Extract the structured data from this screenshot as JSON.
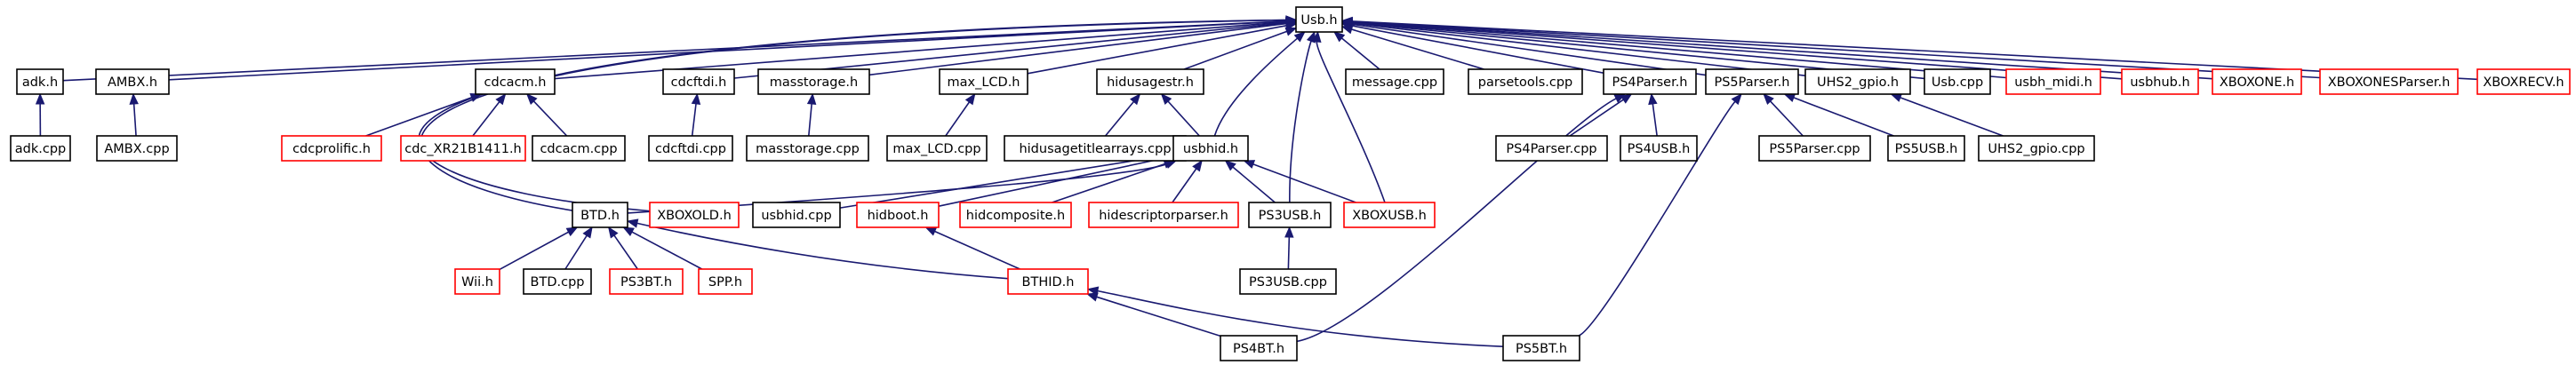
{
  "title": "",
  "colors": {
    "edge": "#191970",
    "node_border_normal": "#000000",
    "node_border_missing": "#ff0000",
    "root_fill": "#bfbfbf",
    "background": "#ffffff"
  },
  "nodes": [
    {
      "id": "usb_h",
      "label": "Usb.h",
      "style": "root"
    },
    {
      "id": "adk_h",
      "label": "adk.h",
      "style": "normal"
    },
    {
      "id": "ambx_h",
      "label": "AMBX.h",
      "style": "normal"
    },
    {
      "id": "cdcacm_h",
      "label": "cdcacm.h",
      "style": "normal"
    },
    {
      "id": "cdcftdi_h",
      "label": "cdcftdi.h",
      "style": "normal"
    },
    {
      "id": "masstorage_h",
      "label": "masstorage.h",
      "style": "normal"
    },
    {
      "id": "maxlcd_h",
      "label": "max_LCD.h",
      "style": "normal"
    },
    {
      "id": "hidusagestr_h",
      "label": "hidusagestr.h",
      "style": "normal"
    },
    {
      "id": "message_cpp",
      "label": "message.cpp",
      "style": "normal"
    },
    {
      "id": "parsetools_cpp",
      "label": "parsetools.cpp",
      "style": "normal"
    },
    {
      "id": "ps4parser_h",
      "label": "PS4Parser.h",
      "style": "normal"
    },
    {
      "id": "ps5parser_h",
      "label": "PS5Parser.h",
      "style": "normal"
    },
    {
      "id": "uhs2gpio_h",
      "label": "UHS2_gpio.h",
      "style": "normal"
    },
    {
      "id": "usb_cpp",
      "label": "Usb.cpp",
      "style": "normal"
    },
    {
      "id": "usbhmidi_h",
      "label": "usbh_midi.h",
      "style": "missing"
    },
    {
      "id": "usbhub_h",
      "label": "usbhub.h",
      "style": "missing"
    },
    {
      "id": "xboxone_h",
      "label": "XBOXONE.h",
      "style": "missing"
    },
    {
      "id": "xboxoneparser_h",
      "label": "XBOXONESParser.h",
      "style": "missing"
    },
    {
      "id": "xboxrecv_h",
      "label": "XBOXRECV.h",
      "style": "missing"
    },
    {
      "id": "adk_cpp",
      "label": "adk.cpp",
      "style": "normal"
    },
    {
      "id": "ambx_cpp",
      "label": "AMBX.cpp",
      "style": "normal"
    },
    {
      "id": "cdcprolific_h",
      "label": "cdcprolific.h",
      "style": "missing"
    },
    {
      "id": "cdcxr_h",
      "label": "cdc_XR21B1411.h",
      "style": "missing"
    },
    {
      "id": "cdcacm_cpp",
      "label": "cdcacm.cpp",
      "style": "normal"
    },
    {
      "id": "cdcftdi_cpp",
      "label": "cdcftdi.cpp",
      "style": "normal"
    },
    {
      "id": "masstorage_cpp",
      "label": "masstorage.cpp",
      "style": "normal"
    },
    {
      "id": "maxlcd_cpp",
      "label": "max_LCD.cpp",
      "style": "normal"
    },
    {
      "id": "hidusagetitle_cpp",
      "label": "hidusagetitlearrays.cpp",
      "style": "normal"
    },
    {
      "id": "usbhid_h",
      "label": "usbhid.h",
      "style": "normal"
    },
    {
      "id": "ps4parser_cpp",
      "label": "PS4Parser.cpp",
      "style": "normal"
    },
    {
      "id": "ps4usb_h",
      "label": "PS4USB.h",
      "style": "normal"
    },
    {
      "id": "ps5parser_cpp",
      "label": "PS5Parser.cpp",
      "style": "normal"
    },
    {
      "id": "ps5usb_h",
      "label": "PS5USB.h",
      "style": "normal"
    },
    {
      "id": "uhs2gpio_cpp",
      "label": "UHS2_gpio.cpp",
      "style": "normal"
    },
    {
      "id": "btd_h",
      "label": "BTD.h",
      "style": "normal"
    },
    {
      "id": "xboxold_h",
      "label": "XBOXOLD.h",
      "style": "missing"
    },
    {
      "id": "usbhid_cpp",
      "label": "usbhid.cpp",
      "style": "normal"
    },
    {
      "id": "hidboot_h",
      "label": "hidboot.h",
      "style": "missing"
    },
    {
      "id": "hidcomposite_h",
      "label": "hidcomposite.h",
      "style": "missing"
    },
    {
      "id": "hiddescparser_h",
      "label": "hidescriptorparser.h",
      "style": "missing"
    },
    {
      "id": "ps3usb_h",
      "label": "PS3USB.h",
      "style": "normal"
    },
    {
      "id": "xboxusb_h",
      "label": "XBOXUSB.h",
      "style": "missing"
    },
    {
      "id": "wii_h",
      "label": "Wii.h",
      "style": "missing"
    },
    {
      "id": "btd_cpp",
      "label": "BTD.cpp",
      "style": "normal"
    },
    {
      "id": "ps3bt_h",
      "label": "PS3BT.h",
      "style": "missing"
    },
    {
      "id": "spp_h",
      "label": "SPP.h",
      "style": "missing"
    },
    {
      "id": "bthid_h",
      "label": "BTHID.h",
      "style": "missing"
    },
    {
      "id": "ps3usb_cpp",
      "label": "PS3USB.cpp",
      "style": "normal"
    },
    {
      "id": "ps4bt_h",
      "label": "PS4BT.h",
      "style": "normal"
    },
    {
      "id": "ps5bt_h",
      "label": "PS5BT.h",
      "style": "normal"
    }
  ],
  "edges": [
    {
      "from": "adk_h",
      "to": "usb_h"
    },
    {
      "from": "ambx_h",
      "to": "usb_h"
    },
    {
      "from": "cdcacm_h",
      "to": "usb_h"
    },
    {
      "from": "cdcftdi_h",
      "to": "usb_h"
    },
    {
      "from": "masstorage_h",
      "to": "usb_h"
    },
    {
      "from": "maxlcd_h",
      "to": "usb_h"
    },
    {
      "from": "hidusagestr_h",
      "to": "usb_h"
    },
    {
      "from": "message_cpp",
      "to": "usb_h"
    },
    {
      "from": "parsetools_cpp",
      "to": "usb_h"
    },
    {
      "from": "ps4parser_h",
      "to": "usb_h"
    },
    {
      "from": "ps5parser_h",
      "to": "usb_h"
    },
    {
      "from": "uhs2gpio_h",
      "to": "usb_h"
    },
    {
      "from": "usb_cpp",
      "to": "usb_h"
    },
    {
      "from": "usbhmidi_h",
      "to": "usb_h"
    },
    {
      "from": "usbhub_h",
      "to": "usb_h"
    },
    {
      "from": "xboxone_h",
      "to": "usb_h"
    },
    {
      "from": "xboxoneparser_h",
      "to": "usb_h"
    },
    {
      "from": "xboxrecv_h",
      "to": "usb_h"
    },
    {
      "from": "usbhid_h",
      "to": "usb_h"
    },
    {
      "from": "btd_h",
      "to": "usb_h"
    },
    {
      "from": "xboxold_h",
      "to": "usb_h"
    },
    {
      "from": "ps3usb_h",
      "to": "usb_h"
    },
    {
      "from": "xboxusb_h",
      "to": "usb_h"
    },
    {
      "from": "adk_cpp",
      "to": "adk_h"
    },
    {
      "from": "ambx_cpp",
      "to": "ambx_h"
    },
    {
      "from": "cdcprolific_h",
      "to": "cdcacm_h"
    },
    {
      "from": "cdcxr_h",
      "to": "cdcacm_h"
    },
    {
      "from": "cdcacm_cpp",
      "to": "cdcacm_h"
    },
    {
      "from": "cdcftdi_cpp",
      "to": "cdcftdi_h"
    },
    {
      "from": "masstorage_cpp",
      "to": "masstorage_h"
    },
    {
      "from": "maxlcd_cpp",
      "to": "maxlcd_h"
    },
    {
      "from": "hidusagetitle_cpp",
      "to": "hidusagestr_h"
    },
    {
      "from": "usbhid_h",
      "to": "hidusagestr_h"
    },
    {
      "from": "ps4parser_cpp",
      "to": "ps4parser_h"
    },
    {
      "from": "ps4usb_h",
      "to": "ps4parser_h"
    },
    {
      "from": "ps4bt_h",
      "to": "ps4parser_h"
    },
    {
      "from": "ps5parser_cpp",
      "to": "ps5parser_h"
    },
    {
      "from": "ps5usb_h",
      "to": "ps5parser_h"
    },
    {
      "from": "ps5bt_h",
      "to": "ps5parser_h"
    },
    {
      "from": "uhs2gpio_cpp",
      "to": "uhs2gpio_h"
    },
    {
      "from": "btd_h",
      "to": "usbhid_h"
    },
    {
      "from": "usbhid_cpp",
      "to": "usbhid_h"
    },
    {
      "from": "hidboot_h",
      "to": "usbhid_h"
    },
    {
      "from": "hidcomposite_h",
      "to": "usbhid_h"
    },
    {
      "from": "hiddescparser_h",
      "to": "usbhid_h"
    },
    {
      "from": "ps3usb_h",
      "to": "usbhid_h"
    },
    {
      "from": "xboxusb_h",
      "to": "usbhid_h"
    },
    {
      "from": "wii_h",
      "to": "btd_h"
    },
    {
      "from": "btd_cpp",
      "to": "btd_h"
    },
    {
      "from": "ps3bt_h",
      "to": "btd_h"
    },
    {
      "from": "spp_h",
      "to": "btd_h"
    },
    {
      "from": "bthid_h",
      "to": "btd_h"
    },
    {
      "from": "bthid_h",
      "to": "hidboot_h"
    },
    {
      "from": "ps3usb_cpp",
      "to": "ps3usb_h"
    },
    {
      "from": "ps4bt_h",
      "to": "bthid_h"
    },
    {
      "from": "ps5bt_h",
      "to": "bthid_h"
    }
  ]
}
